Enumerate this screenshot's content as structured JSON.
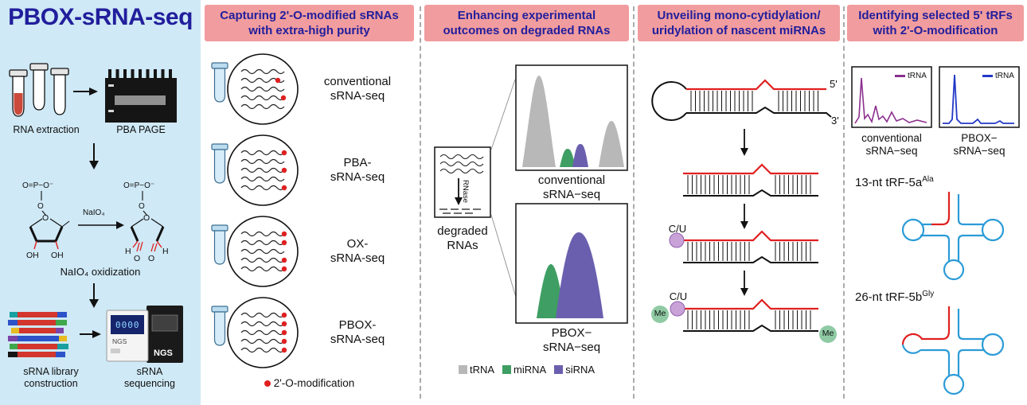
{
  "colors": {
    "navy": "#211e9c",
    "header_pink": "#f19c9e",
    "panel1_bg": "#cfe9f6",
    "red": "#e02020",
    "trna_gray": "#b8b8b8",
    "mirna_green": "#3f9e63",
    "sirna_purple": "#6a5fae",
    "me_green": "#8fcaa4",
    "cu_lavender": "#c9a2d8",
    "trf_blue": "#2b9bd7"
  },
  "panel1": {
    "title": "PBOX-sRNA-seq",
    "rna_extraction": "RNA extraction",
    "pba_page": "PBA PAGE",
    "naio4": "NaIO₄",
    "oxidization": "NaIO₄ oxidization",
    "library": "sRNA library\nconstruction",
    "sequencing": "sRNA\nsequencing",
    "ngs": "NGS",
    "screen": "0000",
    "chem": {
      "phosphate": "O=P−O⁻",
      "o": "O",
      "oh": "OH",
      "h": "H"
    }
  },
  "panel2": {
    "header": "Capturing 2'-O-modified sRNAs\nwith extra-high purity",
    "rows": [
      {
        "label": "conventional\nsRNA-seq"
      },
      {
        "label": "PBA-\nsRNA-seq"
      },
      {
        "label": "OX-\nsRNA-seq"
      },
      {
        "label": "PBOX-\nsRNA-seq"
      }
    ],
    "legend": "2'-O-modification"
  },
  "panel3": {
    "header": "Enhancing experimental\noutcomes on degraded RNAs",
    "rnase": "RNase",
    "degraded": "degraded\nRNAs",
    "top_plot": "conventional\nsRNA−seq",
    "bottom_plot": "PBOX−\nsRNA−seq",
    "legend": [
      {
        "label": "tRNA",
        "color": "#b8b8b8"
      },
      {
        "label": "miRNA",
        "color": "#3f9e63"
      },
      {
        "label": "siRNA",
        "color": "#6a5fae"
      }
    ]
  },
  "panel4": {
    "header": "Unveiling mono-cytidylation/\nuridylation of nascent miRNAs",
    "five_prime": "5'",
    "three_prime": "3'",
    "cu": "C/U",
    "me": "Me"
  },
  "panel5": {
    "header": "Identifying selected 5' tRFs\nwith 2'-O-modification",
    "left_plot": "conventional\nsRNA−seq",
    "right_plot": "PBOX−\nsRNA−seq",
    "legend_trna": "tRNA",
    "left_color": "#8b2f8f",
    "right_color": "#2238c8",
    "trf1": "13-nt tRF-5a",
    "trf1_sup": "Ala",
    "trf2": "26-nt tRF-5b",
    "trf2_sup": "Gly"
  }
}
